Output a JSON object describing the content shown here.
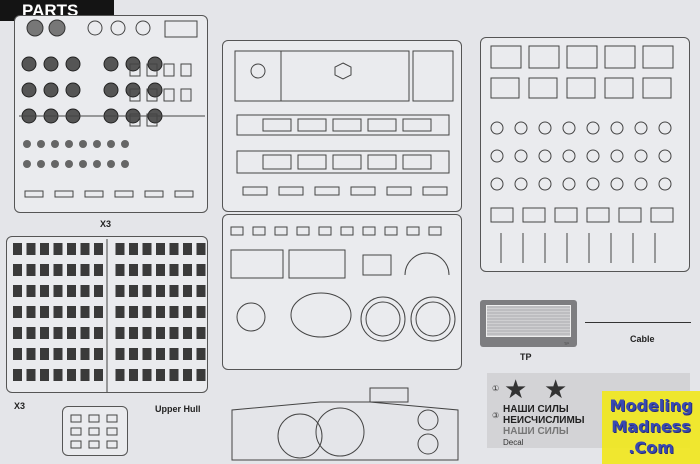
{
  "header": {
    "title": "PARTS"
  },
  "labels": {
    "sprue_a_qty": "X3",
    "sprue_b_qty": "X3",
    "upper_hull": "Upper Hull",
    "tp": "TP",
    "cable": "Cable",
    "tp_caption": "TP"
  },
  "decal": {
    "num1": "①",
    "num3": "③",
    "line1": "НАШИ СИЛЫ",
    "line2": "НЕИСЧИСЛИМЫ",
    "line1b": "НАШИ СИЛЫ",
    "label": "Decal",
    "star_icon": "★"
  },
  "watermark": {
    "line1": "Modeling",
    "line2": "Madness",
    "line3": ".Com",
    "color": "#2d3fb0",
    "bg": "#f1e821"
  }
}
